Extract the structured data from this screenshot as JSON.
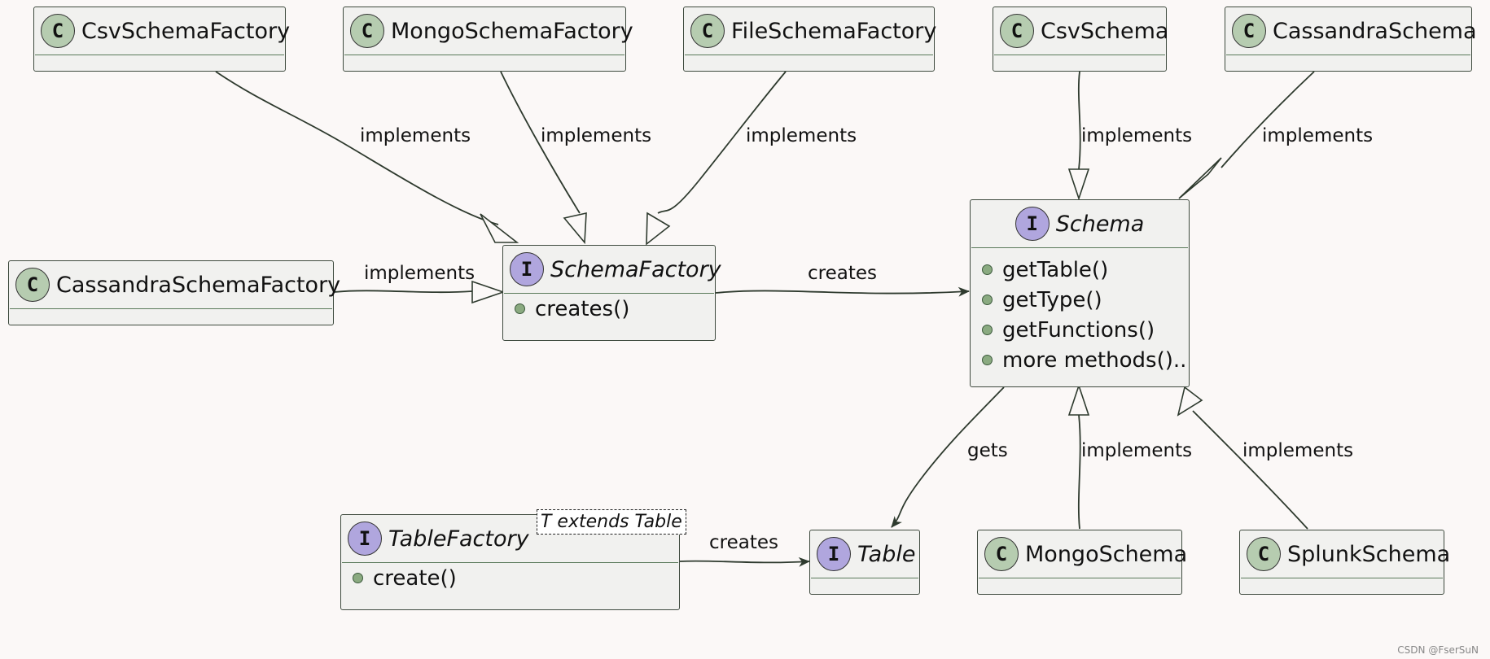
{
  "classes": {
    "csv_factory": {
      "name": "CsvSchemaFactory",
      "kind": "C"
    },
    "mongo_factory": {
      "name": "MongoSchemaFactory",
      "kind": "C"
    },
    "file_factory": {
      "name": "FileSchemaFactory",
      "kind": "C"
    },
    "csv_schema": {
      "name": "CsvSchema",
      "kind": "C"
    },
    "cassandra_schema": {
      "name": "CassandraSchema",
      "kind": "C"
    },
    "cassandra_factory": {
      "name": "CassandraSchemaFactory",
      "kind": "C"
    },
    "schema_factory": {
      "name": "SchemaFactory",
      "kind": "I",
      "methods": [
        "creates()"
      ]
    },
    "schema": {
      "name": "Schema",
      "kind": "I",
      "methods": [
        "getTable()",
        "getType()",
        "getFunctions()",
        "more methods().."
      ]
    },
    "table_factory": {
      "name": "TableFactory",
      "kind": "I",
      "generic": "T extends Table",
      "methods": [
        "create()"
      ]
    },
    "table": {
      "name": "Table",
      "kind": "I"
    },
    "mongo_schema": {
      "name": "MongoSchema",
      "kind": "C"
    },
    "splunk_schema": {
      "name": "SplunkSchema",
      "kind": "C"
    }
  },
  "relations": {
    "csv_factory_impl": "implements",
    "mongo_factory_impl": "implements",
    "file_factory_impl": "implements",
    "csv_schema_impl": "implements",
    "cassandra_schema_impl": "implements",
    "cassandra_factory_impl": "implements",
    "schema_factory_creates": "creates",
    "schema_gets": "gets",
    "mongo_schema_impl": "implements",
    "splunk_schema_impl": "implements",
    "table_factory_creates": "creates"
  },
  "colors": {
    "class_icon": "#b6ccb0",
    "interface_icon": "#b0a6de",
    "box_fill": "#f1f1ef",
    "line": "#2e3a2e",
    "line_green": "#5c8a5c",
    "background": "#fbf8f7"
  },
  "watermark": "CSDN @FserSuN"
}
